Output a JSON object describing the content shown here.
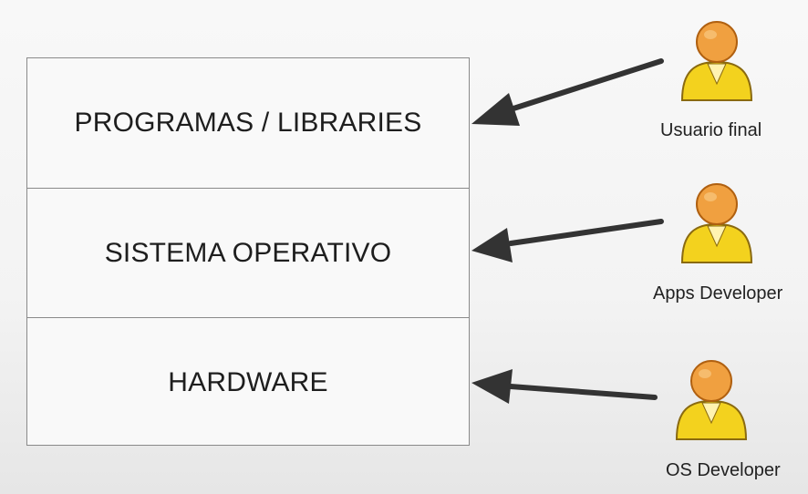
{
  "layers": [
    {
      "label": "PROGRAMAS / LIBRARIES"
    },
    {
      "label": "SISTEMA OPERATIVO"
    },
    {
      "label": "HARDWARE"
    }
  ],
  "actors": [
    {
      "label": "Usuario final",
      "icon": "user-icon"
    },
    {
      "label": "Apps Developer",
      "icon": "user-icon"
    },
    {
      "label": "OS Developer",
      "icon": "user-icon"
    }
  ],
  "colors": {
    "arrow": "#333333",
    "head": "#f0a040",
    "body": "#f3d21e",
    "outline": "#8a6a10"
  }
}
